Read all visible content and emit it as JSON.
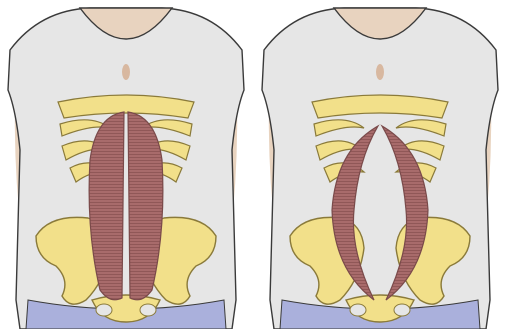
{
  "figures": [
    {
      "id": "normal",
      "muscle_gap": "narrow"
    },
    {
      "id": "separated",
      "muscle_gap": "wide"
    }
  ],
  "colors": {
    "background": "#ffffff",
    "skin": "#e8d3bf",
    "shirt": "#e6e6e6",
    "outline": "#3a3a3a",
    "bone": "#f2e08a",
    "bone_outline": "#8a7a3a",
    "muscle": "#a86b6b",
    "muscle_dark": "#7a4a4a",
    "waistband": "#aab0dc"
  }
}
